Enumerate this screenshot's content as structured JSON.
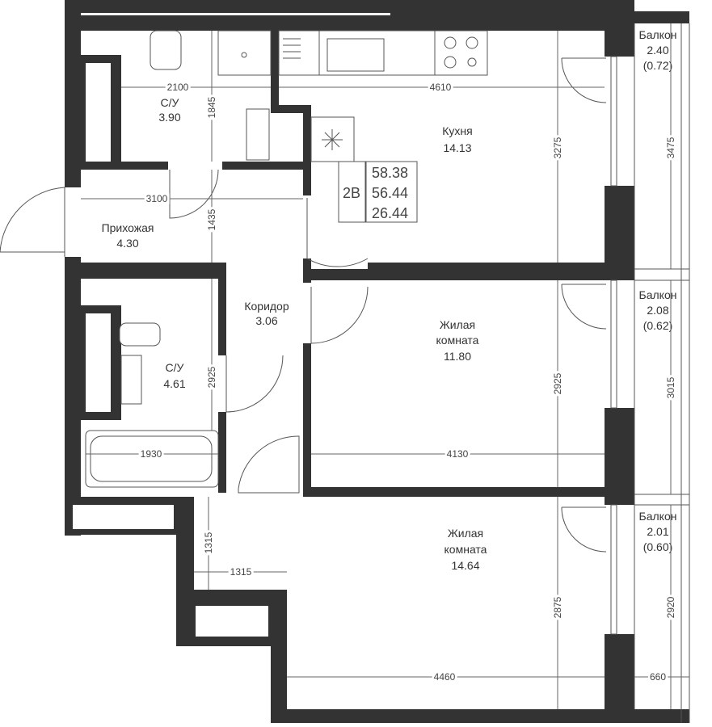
{
  "apartment": {
    "type": "2В",
    "area_total": "58.38",
    "area_living_total": "56.44",
    "area_living": "26.44"
  },
  "rooms": {
    "bath1": {
      "name": "С/У",
      "area": "3.90"
    },
    "kitchen": {
      "name": "Кухня",
      "area": "14.13"
    },
    "hall": {
      "name": "Прихожая",
      "area": "4.30"
    },
    "corridor": {
      "name": "Коридор",
      "area": "3.06"
    },
    "bath2": {
      "name": "С/У",
      "area": "4.61"
    },
    "living1": {
      "name1": "Жилая",
      "name2": "комната",
      "area": "11.80"
    },
    "living2": {
      "name1": "Жилая",
      "name2": "комната",
      "area": "14.64"
    },
    "balcony1": {
      "name": "Балкон",
      "area": "2.40",
      "reduced": "(0.72)"
    },
    "balcony2": {
      "name": "Балкон",
      "area": "2.08",
      "reduced": "(0.62)"
    },
    "balcony3": {
      "name": "Балкон",
      "area": "2.01",
      "reduced": "(0.60)"
    }
  },
  "dimensions": {
    "bath1_w": "2100",
    "bath1_h": "1845",
    "kitchen_w": "4610",
    "kitchen_h": "3275",
    "balcony1_h": "3475",
    "hall_w": "3100",
    "hall_h": "1435",
    "bath2_h": "2925",
    "bath2_w": "1930",
    "living1_w": "4130",
    "living1_h": "2925",
    "balcony2_h": "3015",
    "niche_h": "1315",
    "niche_w": "1315",
    "living2_w": "4460",
    "living2_h": "2875",
    "balcony3_h": "2920",
    "balcony3_w": "660"
  },
  "colors": {
    "wall": "#333333"
  }
}
